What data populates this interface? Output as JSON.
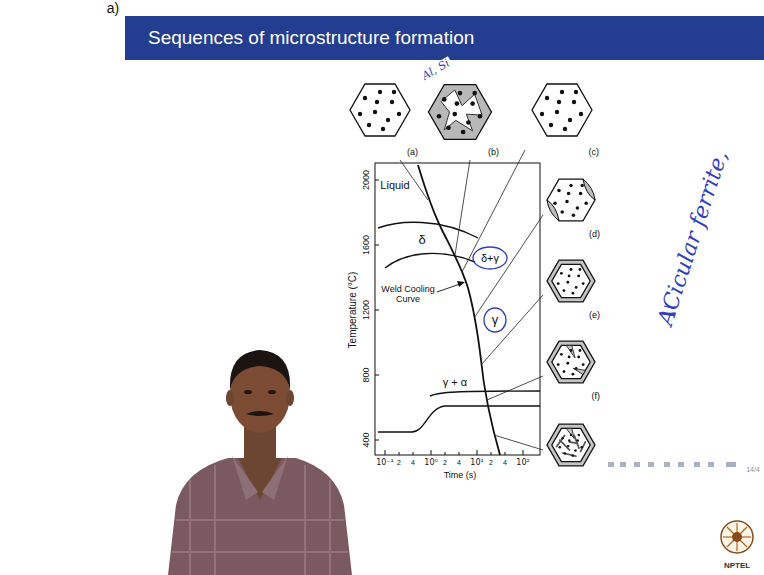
{
  "diagram": {
    "title": "Sequences of microstructure formation",
    "nodes": [
      {
        "text": [
          "(a)"
        ]
      },
      {
        "text": [
          "(b)"
        ]
      },
      {
        "text": [
          "(c)"
        ]
      },
      {
        "text": [
          "(d)"
        ]
      },
      {
        "text": [
          "(e)"
        ]
      },
      {
        "text": [
          "(f)"
        ]
      }
    ],
    "labels": [
      "a)",
      "Liquid",
      "δ",
      "δ+γ",
      "γ",
      "γ + α",
      "Weld Cooling Curve",
      "2000",
      "1600",
      "1200",
      "800",
      "400",
      "Temperature (°C)",
      "10⁻¹",
      "10⁰",
      "10¹",
      "10²",
      "2",
      "4",
      "2",
      "4",
      "2",
      "4",
      "Time (s)",
      "Al, Si",
      "ACicular ferrite,",
      "NPTEL",
      "14/4"
    ]
  }
}
